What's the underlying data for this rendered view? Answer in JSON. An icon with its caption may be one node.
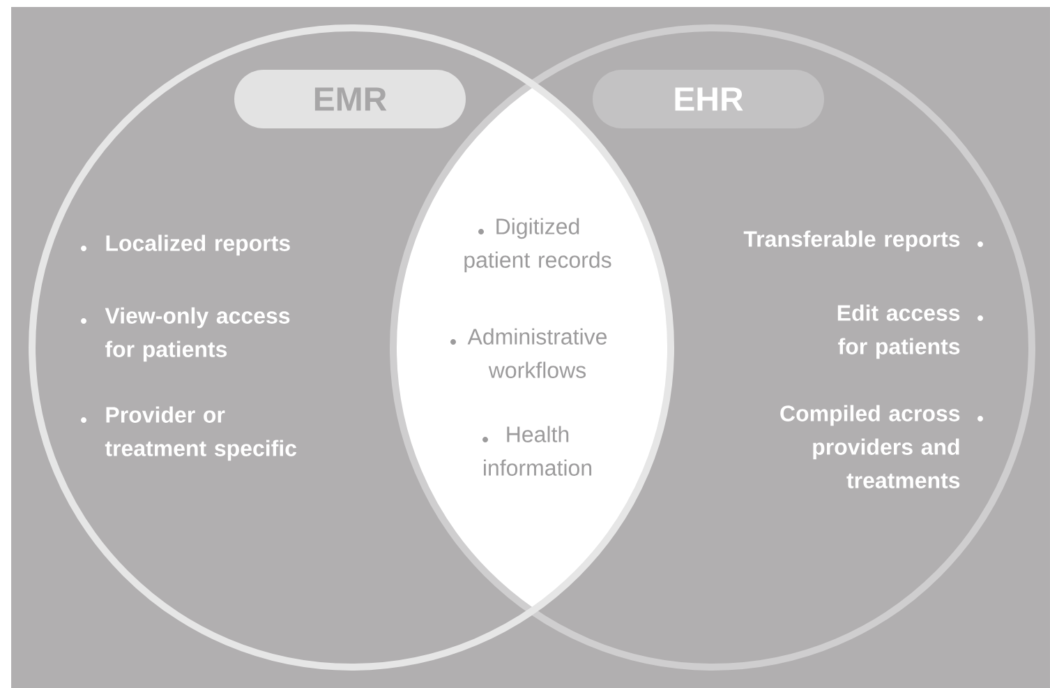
{
  "diagram": {
    "nodes": [
      {
        "text": [
          "Localized reports",
          "View-only access for patients",
          "Provider or treatment specific"
        ]
      },
      {
        "text": [
          "EMR"
        ],
        "in": 0
      },
      {
        "text": [
          "Transferable reports",
          "Edit access for patients",
          "Compiled across providers and treatments"
        ]
      },
      {
        "text": [
          "EHR"
        ],
        "in": 2
      },
      {
        "text": [
          "Digitized patient records",
          "Administrative workflows",
          "Health information"
        ]
      }
    ]
  }
}
